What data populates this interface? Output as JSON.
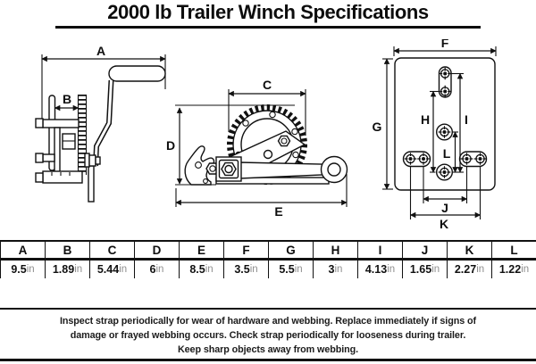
{
  "title": "2000 lb Trailer Winch Specifications",
  "labels": {
    "A": "A",
    "B": "B",
    "C": "C",
    "D": "D",
    "E": "E",
    "F": "F",
    "G": "G",
    "H": "H",
    "I": "I",
    "J": "J",
    "K": "K",
    "L": "L"
  },
  "table": {
    "columns": [
      {
        "label": "A",
        "value": "9.5",
        "unit": "in"
      },
      {
        "label": "B",
        "value": "1.89",
        "unit": "in"
      },
      {
        "label": "C",
        "value": "5.44",
        "unit": "in"
      },
      {
        "label": "D",
        "value": "6",
        "unit": "in"
      },
      {
        "label": "E",
        "value": "8.5",
        "unit": "in"
      },
      {
        "label": "F",
        "value": "3.5",
        "unit": "in"
      },
      {
        "label": "G",
        "value": "5.5",
        "unit": "in"
      },
      {
        "label": "H",
        "value": "3",
        "unit": "in"
      },
      {
        "label": "I",
        "value": "4.13",
        "unit": "in"
      },
      {
        "label": "J",
        "value": "1.65",
        "unit": "in"
      },
      {
        "label": "K",
        "value": "2.27",
        "unit": "in"
      },
      {
        "label": "L",
        "value": "1.22",
        "unit": "in"
      }
    ]
  },
  "note": {
    "lines": [
      "Inspect strap periodically for wear of hardware and webbing. Replace immediately if signs of",
      "damage or frayed webbing occurs. Check strap periodically for looseness during trailer.",
      "Keep sharp objects away from webbing."
    ]
  },
  "colors": {
    "ink": "#111111",
    "unit_text": "#8f8f8f",
    "background": "#ffffff"
  }
}
